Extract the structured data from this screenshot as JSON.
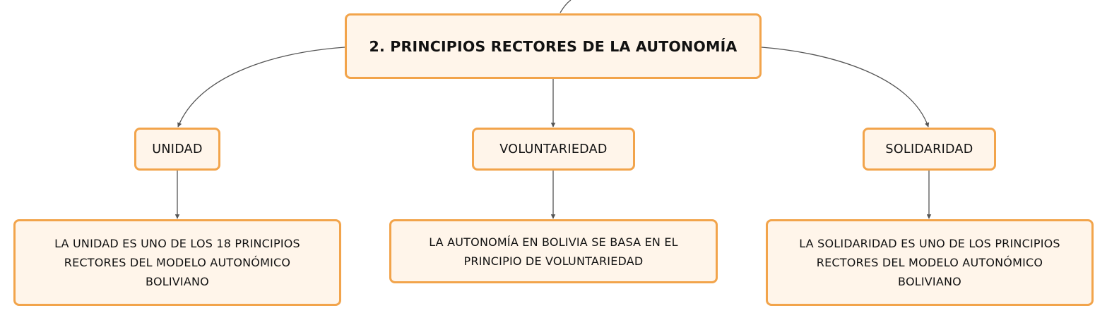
{
  "root": {
    "title": "2. PRINCIPIOS RECTORES DE LA AUTONOMÍA"
  },
  "branches": [
    {
      "label": "UNIDAD",
      "description": "LA UNIDAD ES UNO DE LOS 18 PRINCIPIOS RECTORES DEL MODELO AUTONÓMICO BOLIVIANO"
    },
    {
      "label": "VOLUNTARIEDAD",
      "description": "LA AUTONOMÍA EN BOLIVIA SE BASA EN EL PRINCIPIO DE VOLUNTARIEDAD"
    },
    {
      "label": "SOLIDARIDAD",
      "description": "LA SOLIDARIDAD ES UNO DE LOS PRINCIPIOS RECTORES DEL MODELO AUTONÓMICO BOLIVIANO"
    }
  ],
  "colors": {
    "node_fill": "#fff5ea",
    "node_border": "#f2a44b",
    "connector": "#555555"
  }
}
